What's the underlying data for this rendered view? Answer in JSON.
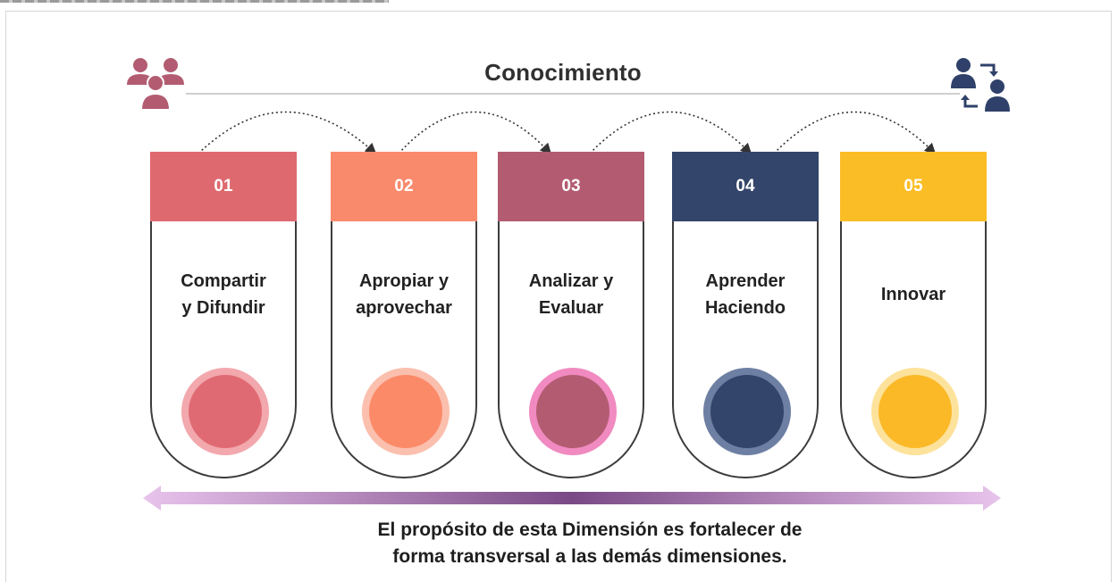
{
  "title": "Conocimiento",
  "icons": {
    "left": "people-group-icon",
    "right": "user-exchange-icon"
  },
  "steps": [
    {
      "number": "01",
      "label_line1": "Compartir",
      "label_line2": "y Difundir",
      "color": "#de6a6f",
      "circle_fill": "#e06a73",
      "circle_ring": "#f2a8ad"
    },
    {
      "number": "02",
      "label_line1": "Apropiar y",
      "label_line2": "aprovechar",
      "color": "#f98a6b",
      "circle_fill": "#fb8a68",
      "circle_ring": "#fbbfae"
    },
    {
      "number": "03",
      "label_line1": "Analizar y",
      "label_line2": "Evaluar",
      "color": "#b35c71",
      "circle_fill": "#b35c71",
      "circle_ring": "#f08ac0"
    },
    {
      "number": "04",
      "label_line1": "Aprender",
      "label_line2": "Haciendo",
      "color": "#33456a",
      "circle_fill": "#33456a",
      "circle_ring": "#6d7fa3"
    },
    {
      "number": "05",
      "label_line1": "Innovar",
      "label_line2": "",
      "color": "#fbbd26",
      "circle_fill": "#fbb928",
      "circle_ring": "#fde29b"
    }
  ],
  "footer": {
    "line1": "El propósito de esta Dimensión es fortalecer de",
    "line2": "forma transversal a las demás dimensiones."
  }
}
